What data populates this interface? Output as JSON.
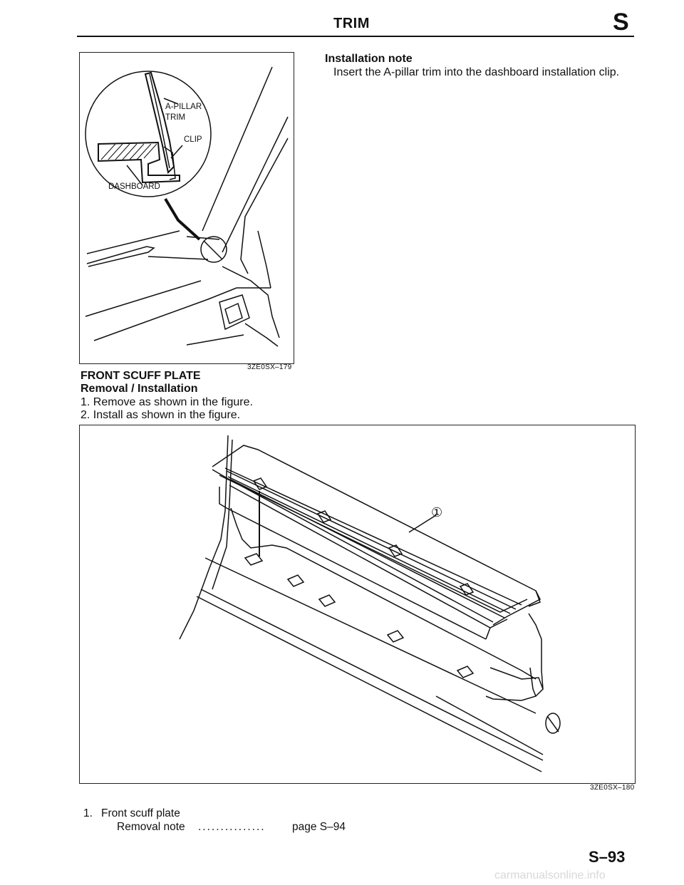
{
  "header": {
    "title": "TRIM",
    "section_letter": "S"
  },
  "figure1": {
    "code": "3ZE0SX–179",
    "labels": {
      "a_pillar_line1": "A-PILLAR",
      "a_pillar_line2": "TRIM",
      "clip": "CLIP",
      "dashboard": "DASHBOARD"
    }
  },
  "installation_note": {
    "heading": "Installation note",
    "text": "Insert the A-pillar trim into the dashboard installation clip."
  },
  "front_scuff_plate": {
    "title": "FRONT SCUFF PLATE",
    "subtitle": "Removal / Installation",
    "steps": [
      "1. Remove as shown in the figure.",
      "2. Install as shown in the figure."
    ]
  },
  "figure2": {
    "code": "3ZE0SX–180",
    "callout": "①"
  },
  "legend": {
    "number": "1.",
    "item": "Front scuff plate",
    "note_label": "Removal note",
    "dots": "...............",
    "page_ref": "page S–94"
  },
  "page_number": "S–93",
  "watermark": "carmanualsonline.info"
}
